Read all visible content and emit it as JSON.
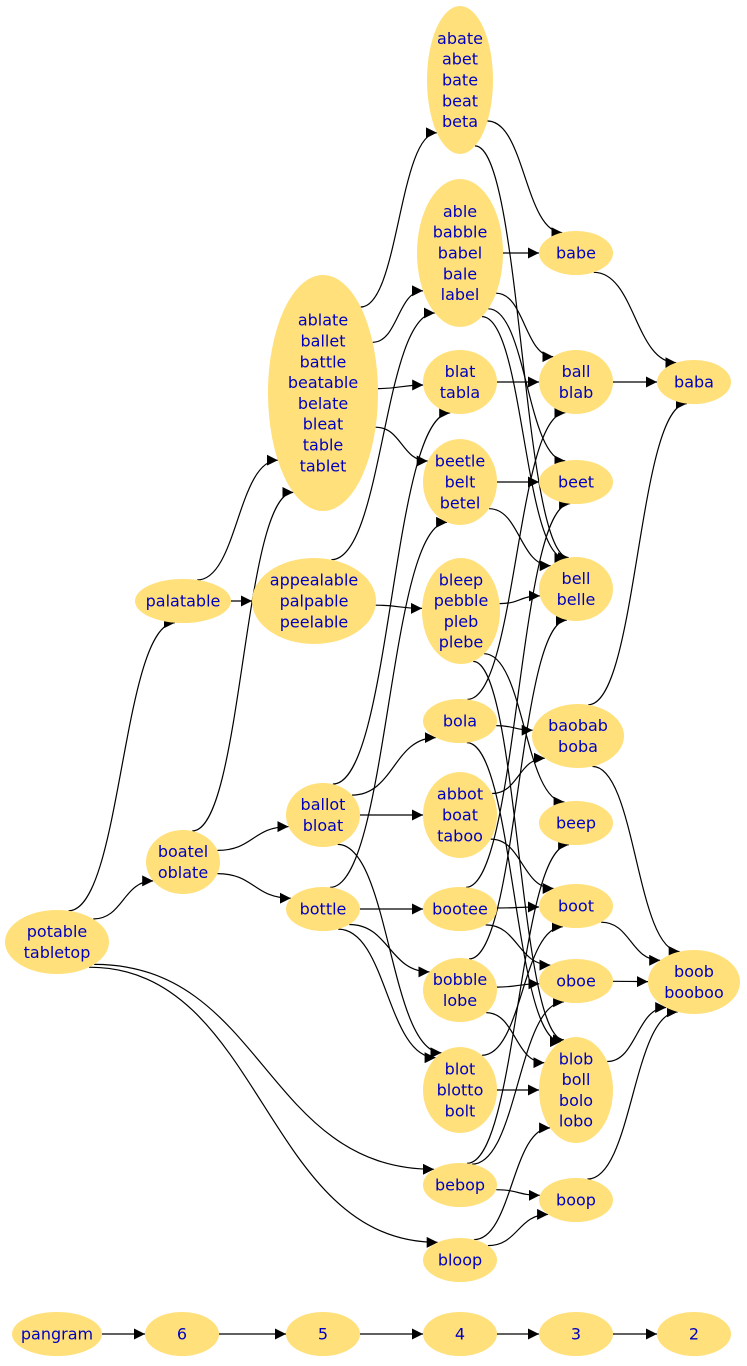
{
  "colors": {
    "node_fill": "#ffe07a",
    "node_text": "#0000c0",
    "edge": "#000000",
    "background": "#ffffff"
  },
  "nodes": [
    {
      "id": "abate",
      "lines": [
        "abate",
        "abet",
        "bate",
        "beat",
        "beta"
      ]
    },
    {
      "id": "able",
      "lines": [
        "able",
        "babble",
        "babel",
        "bale",
        "label"
      ]
    },
    {
      "id": "babe",
      "lines": [
        "babe"
      ]
    },
    {
      "id": "ablate",
      "lines": [
        "ablate",
        "ballet",
        "battle",
        "beatable",
        "belate",
        "bleat",
        "table",
        "tablet"
      ]
    },
    {
      "id": "blat",
      "lines": [
        "blat",
        "tabla"
      ]
    },
    {
      "id": "ball",
      "lines": [
        "ball",
        "blab"
      ]
    },
    {
      "id": "baba",
      "lines": [
        "baba"
      ]
    },
    {
      "id": "beetle",
      "lines": [
        "beetle",
        "belt",
        "betel"
      ]
    },
    {
      "id": "beet",
      "lines": [
        "beet"
      ]
    },
    {
      "id": "palatable",
      "lines": [
        "palatable"
      ]
    },
    {
      "id": "appealable",
      "lines": [
        "appealable",
        "palpable",
        "peelable"
      ]
    },
    {
      "id": "bleep",
      "lines": [
        "bleep",
        "pebble",
        "pleb",
        "plebe"
      ]
    },
    {
      "id": "bell",
      "lines": [
        "bell",
        "belle"
      ]
    },
    {
      "id": "bola",
      "lines": [
        "bola"
      ]
    },
    {
      "id": "baobab",
      "lines": [
        "baobab",
        "boba"
      ]
    },
    {
      "id": "ballot",
      "lines": [
        "ballot",
        "bloat"
      ]
    },
    {
      "id": "abbot",
      "lines": [
        "abbot",
        "boat",
        "taboo"
      ]
    },
    {
      "id": "beep",
      "lines": [
        "beep"
      ]
    },
    {
      "id": "boatel",
      "lines": [
        "boatel",
        "oblate"
      ]
    },
    {
      "id": "bottle",
      "lines": [
        "bottle"
      ]
    },
    {
      "id": "bootee",
      "lines": [
        "bootee"
      ]
    },
    {
      "id": "boot",
      "lines": [
        "boot"
      ]
    },
    {
      "id": "potable",
      "lines": [
        "potable",
        "tabletop"
      ]
    },
    {
      "id": "bobble",
      "lines": [
        "bobble",
        "lobe"
      ]
    },
    {
      "id": "oboe",
      "lines": [
        "oboe"
      ]
    },
    {
      "id": "boob",
      "lines": [
        "boob",
        "booboo"
      ]
    },
    {
      "id": "blot",
      "lines": [
        "blot",
        "blotto",
        "bolt"
      ]
    },
    {
      "id": "blob",
      "lines": [
        "blob",
        "boll",
        "bolo",
        "lobo"
      ]
    },
    {
      "id": "bebop",
      "lines": [
        "bebop"
      ]
    },
    {
      "id": "boop",
      "lines": [
        "boop"
      ]
    },
    {
      "id": "bloop",
      "lines": [
        "bloop"
      ]
    },
    {
      "id": "pangram",
      "lines": [
        "pangram"
      ]
    },
    {
      "id": "n6",
      "lines": [
        "6"
      ]
    },
    {
      "id": "n5",
      "lines": [
        "5"
      ]
    },
    {
      "id": "n4",
      "lines": [
        "4"
      ]
    },
    {
      "id": "n3",
      "lines": [
        "3"
      ]
    },
    {
      "id": "n2",
      "lines": [
        "2"
      ]
    }
  ],
  "edges": [
    [
      "potable",
      "palatable"
    ],
    [
      "potable",
      "boatel"
    ],
    [
      "potable",
      "bebop"
    ],
    [
      "potable",
      "bloop"
    ],
    [
      "palatable",
      "ablate"
    ],
    [
      "palatable",
      "appealable"
    ],
    [
      "boatel",
      "ablate"
    ],
    [
      "boatel",
      "ballot"
    ],
    [
      "boatel",
      "bottle"
    ],
    [
      "ablate",
      "abate"
    ],
    [
      "ablate",
      "able"
    ],
    [
      "ablate",
      "blat"
    ],
    [
      "ablate",
      "beetle"
    ],
    [
      "appealable",
      "able"
    ],
    [
      "appealable",
      "bleep"
    ],
    [
      "ballot",
      "blat"
    ],
    [
      "ballot",
      "bola"
    ],
    [
      "ballot",
      "abbot"
    ],
    [
      "ballot",
      "blot"
    ],
    [
      "bottle",
      "beetle"
    ],
    [
      "bottle",
      "bootee"
    ],
    [
      "bottle",
      "bobble"
    ],
    [
      "bottle",
      "blot"
    ],
    [
      "abate",
      "babe"
    ],
    [
      "abate",
      "bell"
    ],
    [
      "able",
      "babe"
    ],
    [
      "able",
      "ball"
    ],
    [
      "able",
      "beet"
    ],
    [
      "able",
      "bell"
    ],
    [
      "blat",
      "ball"
    ],
    [
      "beetle",
      "beet"
    ],
    [
      "beetle",
      "bell"
    ],
    [
      "bleep",
      "bell"
    ],
    [
      "bleep",
      "beep"
    ],
    [
      "bleep",
      "blob"
    ],
    [
      "bola",
      "baobab"
    ],
    [
      "bola",
      "ball"
    ],
    [
      "bola",
      "blob"
    ],
    [
      "abbot",
      "baobab"
    ],
    [
      "abbot",
      "boot"
    ],
    [
      "bootee",
      "beet"
    ],
    [
      "bootee",
      "boot"
    ],
    [
      "bootee",
      "oboe"
    ],
    [
      "bobble",
      "bell"
    ],
    [
      "bobble",
      "oboe"
    ],
    [
      "bobble",
      "blob"
    ],
    [
      "blot",
      "boot"
    ],
    [
      "blot",
      "blob"
    ],
    [
      "bebop",
      "beep"
    ],
    [
      "bebop",
      "oboe"
    ],
    [
      "bebop",
      "boop"
    ],
    [
      "bloop",
      "blob"
    ],
    [
      "bloop",
      "boop"
    ],
    [
      "babe",
      "baba"
    ],
    [
      "ball",
      "baba"
    ],
    [
      "baobab",
      "baba"
    ],
    [
      "baobab",
      "boob"
    ],
    [
      "boot",
      "boob"
    ],
    [
      "oboe",
      "boob"
    ],
    [
      "blob",
      "boob"
    ],
    [
      "boop",
      "boob"
    ],
    [
      "pangram",
      "n6"
    ],
    [
      "n6",
      "n5"
    ],
    [
      "n5",
      "n4"
    ],
    [
      "n4",
      "n3"
    ],
    [
      "n3",
      "n2"
    ]
  ]
}
